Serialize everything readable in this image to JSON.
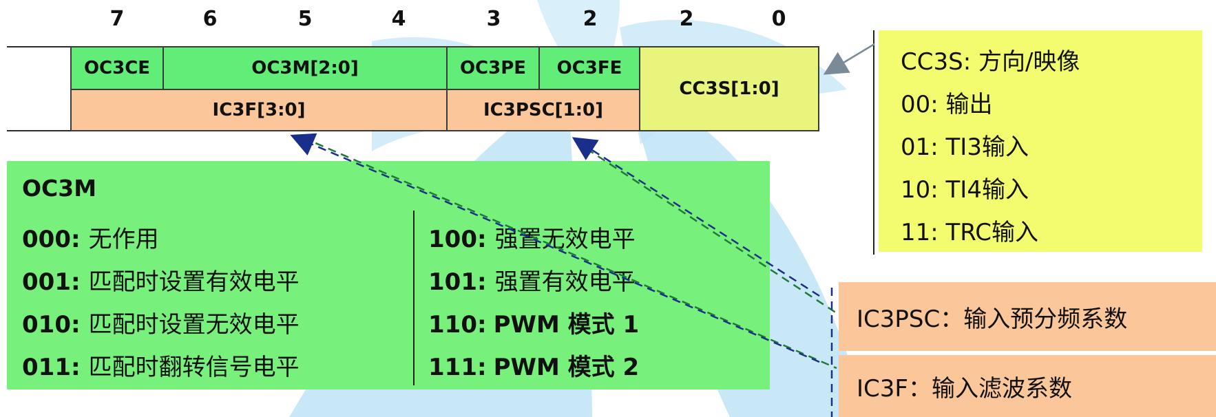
{
  "bit_labels": [
    "7",
    "6",
    "5",
    "4",
    "3",
    "2",
    "2",
    "0"
  ],
  "register": {
    "top_row": [
      "OC3CE",
      "OC3M[2:0]",
      "OC3PE",
      "OC3FE"
    ],
    "bottom_row": [
      "IC3F[3:0]",
      "IC3PSC[1:0]"
    ],
    "cc3s": "CC3S[1:0]"
  },
  "oc3m": {
    "title": "OC3M",
    "left_column": [
      {
        "code": "000:",
        "desc": "无作用"
      },
      {
        "code": "001:",
        "desc": "匹配时设置有效电平"
      },
      {
        "code": "010:",
        "desc": "匹配时设置无效电平"
      },
      {
        "code": "011:",
        "desc": "匹配时翻转信号电平"
      }
    ],
    "right_column": [
      {
        "code": "100:",
        "desc": "强置无效电平",
        "bold": false
      },
      {
        "code": "101:",
        "desc": "强置有效电平",
        "bold": false
      },
      {
        "code": "110:",
        "desc": "PWM 模式 1",
        "bold": true
      },
      {
        "code": "111:",
        "desc": "PWM 模式 2",
        "bold": true
      }
    ]
  },
  "cc3s_info": {
    "lines": [
      "CC3S: 方向/映像",
      "00: 输出",
      "01: TI3输入",
      "10: TI4输入",
      "11: TRC输入"
    ]
  },
  "ic3psc_info": "IC3PSC：输入预分频系数",
  "ic3f_info": "IC3F：输入滤波系数",
  "colors": {
    "green": "#62ec78",
    "orange": "#fbc69a",
    "yellow": "#e8f47c",
    "note_yellow": "#f2fc6e",
    "arrow_green": "#1f7a3a",
    "arrow_blue": "#1a2e8c",
    "arrow_gray": "#7a8a96",
    "background_shape": "#bfe4f6"
  },
  "icons": [
    "background-butterfly-logo"
  ]
}
